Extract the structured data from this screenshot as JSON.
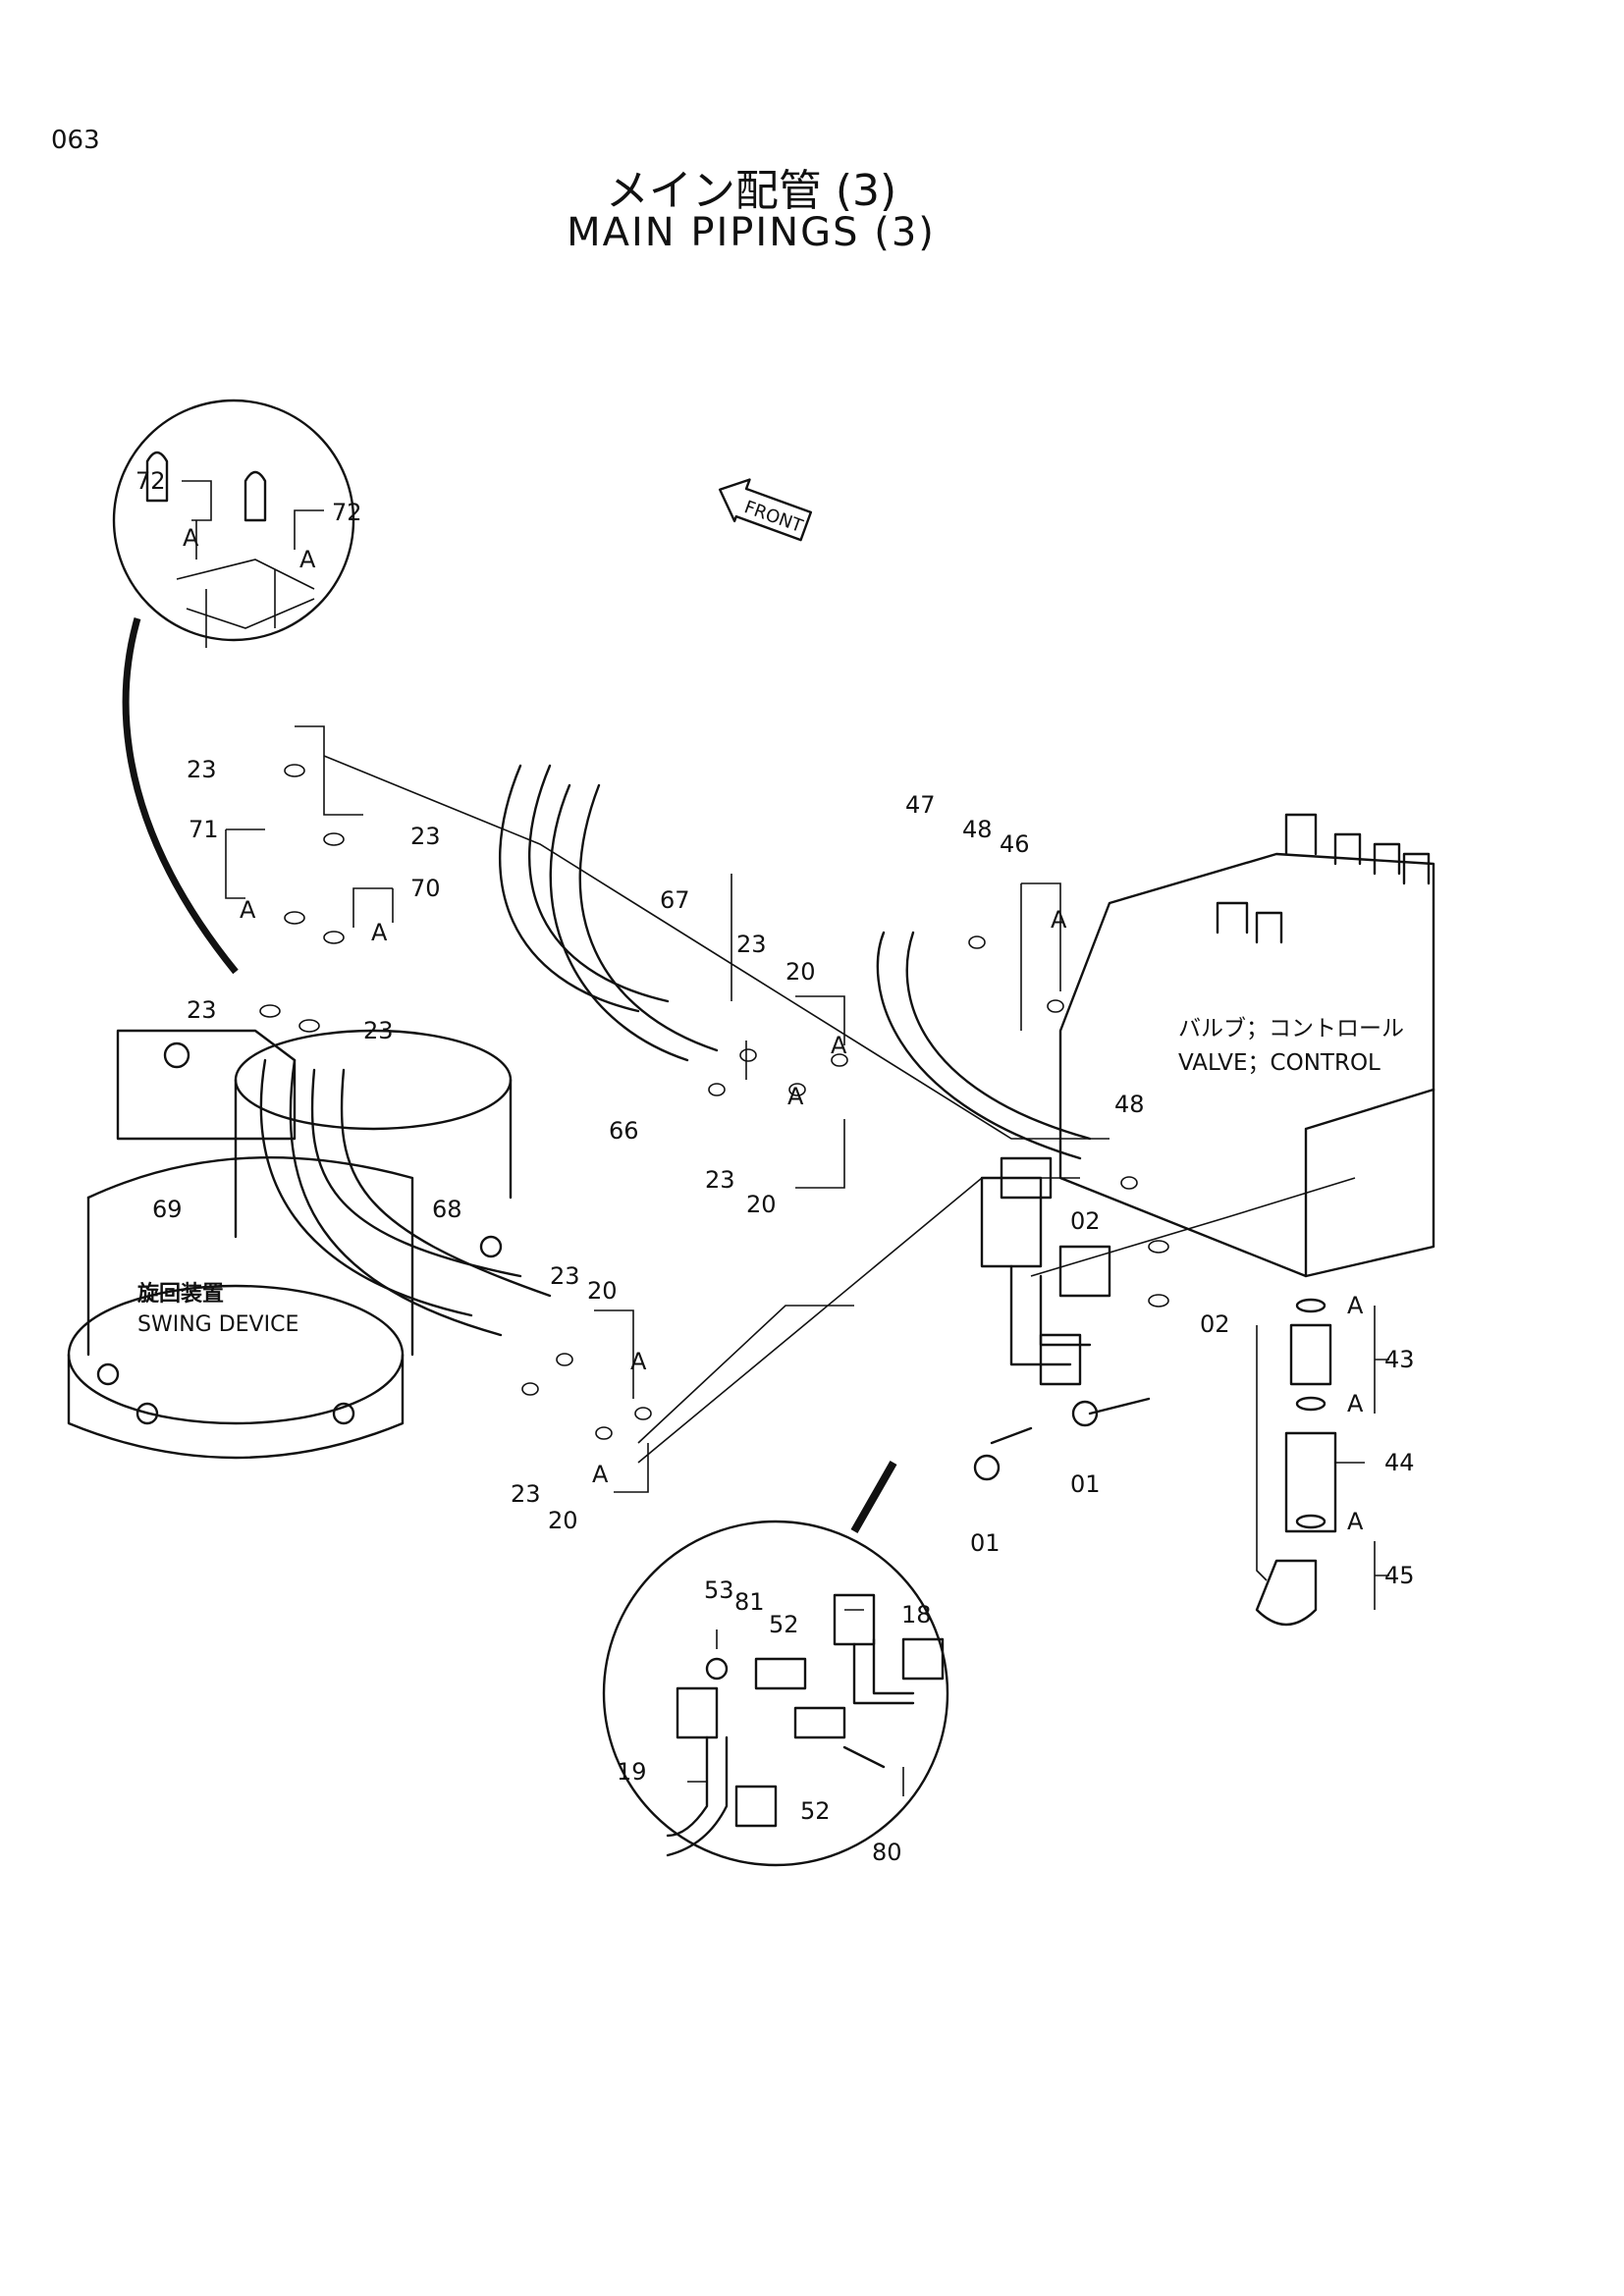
{
  "page_number": "063",
  "title_jp": "メイン配管 (3)",
  "title_en": "MAIN PIPINGS (3)",
  "front_label": "FRONT",
  "device_labels": {
    "swing_jp": "旋回装置",
    "swing_en": "SWING DEVICE",
    "valve_jp": "バルブ；コントロール",
    "valve_en": "VALVE；CONTROL"
  },
  "callouts": {
    "c72a": "72",
    "c72b": "72",
    "cA_top1": "A",
    "cA_top2": "A",
    "c23a": "23",
    "c23b": "23",
    "c71": "71",
    "c70": "70",
    "cA_mid1": "A",
    "cA_mid2": "A",
    "c23c": "23",
    "c23d": "23",
    "c69": "69",
    "c68": "68",
    "c67": "67",
    "c66": "66",
    "c23e": "23",
    "c20a": "20",
    "cA_m3": "A",
    "c23f": "23",
    "c20b": "20",
    "cA_m4": "A",
    "c47": "47",
    "c48a": "48",
    "c46": "46",
    "cA_r1": "A",
    "c48b": "48",
    "c02a": "02",
    "c02b": "02",
    "c23g": "23",
    "c20c": "20",
    "cA_b1": "A",
    "c23h": "23",
    "c20d": "20",
    "cA_b2": "A",
    "c01a": "01",
    "c01b": "01",
    "cA_r2": "A",
    "c43": "43",
    "cA_r3": "A",
    "c44": "44",
    "cA_r4": "A",
    "c45": "45",
    "c53": "53",
    "c81": "81",
    "c52a": "52",
    "c18": "18",
    "c19": "19",
    "c52b": "52",
    "c80": "80"
  }
}
